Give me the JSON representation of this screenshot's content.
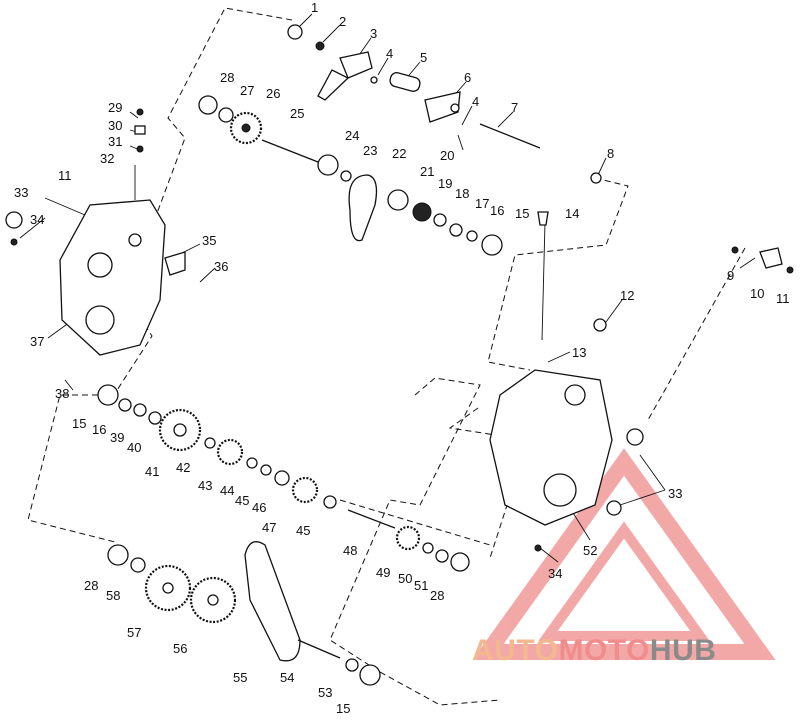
{
  "diagram": {
    "watermark": {
      "part1": "AUTO",
      "part2": "MOTO",
      "part3": "HUB",
      "color_a": "#f3b88f",
      "color_b": "#f08c8c",
      "color_c": "#8a8a8a"
    },
    "line_color": "#111111",
    "callouts": [
      {
        "id": "c1",
        "label": "1"
      },
      {
        "id": "c2",
        "label": "2"
      },
      {
        "id": "c3",
        "label": "3"
      },
      {
        "id": "c4a",
        "label": "4"
      },
      {
        "id": "c5",
        "label": "5"
      },
      {
        "id": "c6",
        "label": "6"
      },
      {
        "id": "c4b",
        "label": "4"
      },
      {
        "id": "c7",
        "label": "7"
      },
      {
        "id": "c8",
        "label": "8"
      },
      {
        "id": "c20",
        "label": "20"
      },
      {
        "id": "c28a",
        "label": "28"
      },
      {
        "id": "c27",
        "label": "27"
      },
      {
        "id": "c26",
        "label": "26"
      },
      {
        "id": "c25",
        "label": "25"
      },
      {
        "id": "c24",
        "label": "24"
      },
      {
        "id": "c23",
        "label": "23"
      },
      {
        "id": "c22",
        "label": "22"
      },
      {
        "id": "c21",
        "label": "21"
      },
      {
        "id": "c19",
        "label": "19"
      },
      {
        "id": "c18",
        "label": "18"
      },
      {
        "id": "c17",
        "label": "17"
      },
      {
        "id": "c16a",
        "label": "16"
      },
      {
        "id": "c15a",
        "label": "15"
      },
      {
        "id": "c14",
        "label": "14"
      },
      {
        "id": "c29",
        "label": "29"
      },
      {
        "id": "c30",
        "label": "30"
      },
      {
        "id": "c31",
        "label": "31"
      },
      {
        "id": "c32",
        "label": "32"
      },
      {
        "id": "c11a",
        "label": "11"
      },
      {
        "id": "c33a",
        "label": "33"
      },
      {
        "id": "c34a",
        "label": "34"
      },
      {
        "id": "c35",
        "label": "35"
      },
      {
        "id": "c36",
        "label": "36"
      },
      {
        "id": "c37",
        "label": "37"
      },
      {
        "id": "c38",
        "label": "38"
      },
      {
        "id": "c9",
        "label": "9"
      },
      {
        "id": "c10",
        "label": "10"
      },
      {
        "id": "c11b",
        "label": "11"
      },
      {
        "id": "c12",
        "label": "12"
      },
      {
        "id": "c13",
        "label": "13"
      },
      {
        "id": "c15b",
        "label": "15"
      },
      {
        "id": "c16b",
        "label": "16"
      },
      {
        "id": "c39",
        "label": "39"
      },
      {
        "id": "c40",
        "label": "40"
      },
      {
        "id": "c41",
        "label": "41"
      },
      {
        "id": "c42",
        "label": "42"
      },
      {
        "id": "c43",
        "label": "43"
      },
      {
        "id": "c44",
        "label": "44"
      },
      {
        "id": "c45a",
        "label": "45"
      },
      {
        "id": "c46",
        "label": "46"
      },
      {
        "id": "c47",
        "label": "47"
      },
      {
        "id": "c45b",
        "label": "45"
      },
      {
        "id": "c48",
        "label": "48"
      },
      {
        "id": "c49",
        "label": "49"
      },
      {
        "id": "c50",
        "label": "50"
      },
      {
        "id": "c51",
        "label": "51"
      },
      {
        "id": "c28b",
        "label": "28"
      },
      {
        "id": "c33b",
        "label": "33"
      },
      {
        "id": "c52",
        "label": "52"
      },
      {
        "id": "c34b",
        "label": "34"
      },
      {
        "id": "c28c",
        "label": "28"
      },
      {
        "id": "c58",
        "label": "58"
      },
      {
        "id": "c57",
        "label": "57"
      },
      {
        "id": "c56",
        "label": "56"
      },
      {
        "id": "c55",
        "label": "55"
      },
      {
        "id": "c54",
        "label": "54"
      },
      {
        "id": "c53",
        "label": "53"
      },
      {
        "id": "c15c",
        "label": "15"
      }
    ]
  }
}
